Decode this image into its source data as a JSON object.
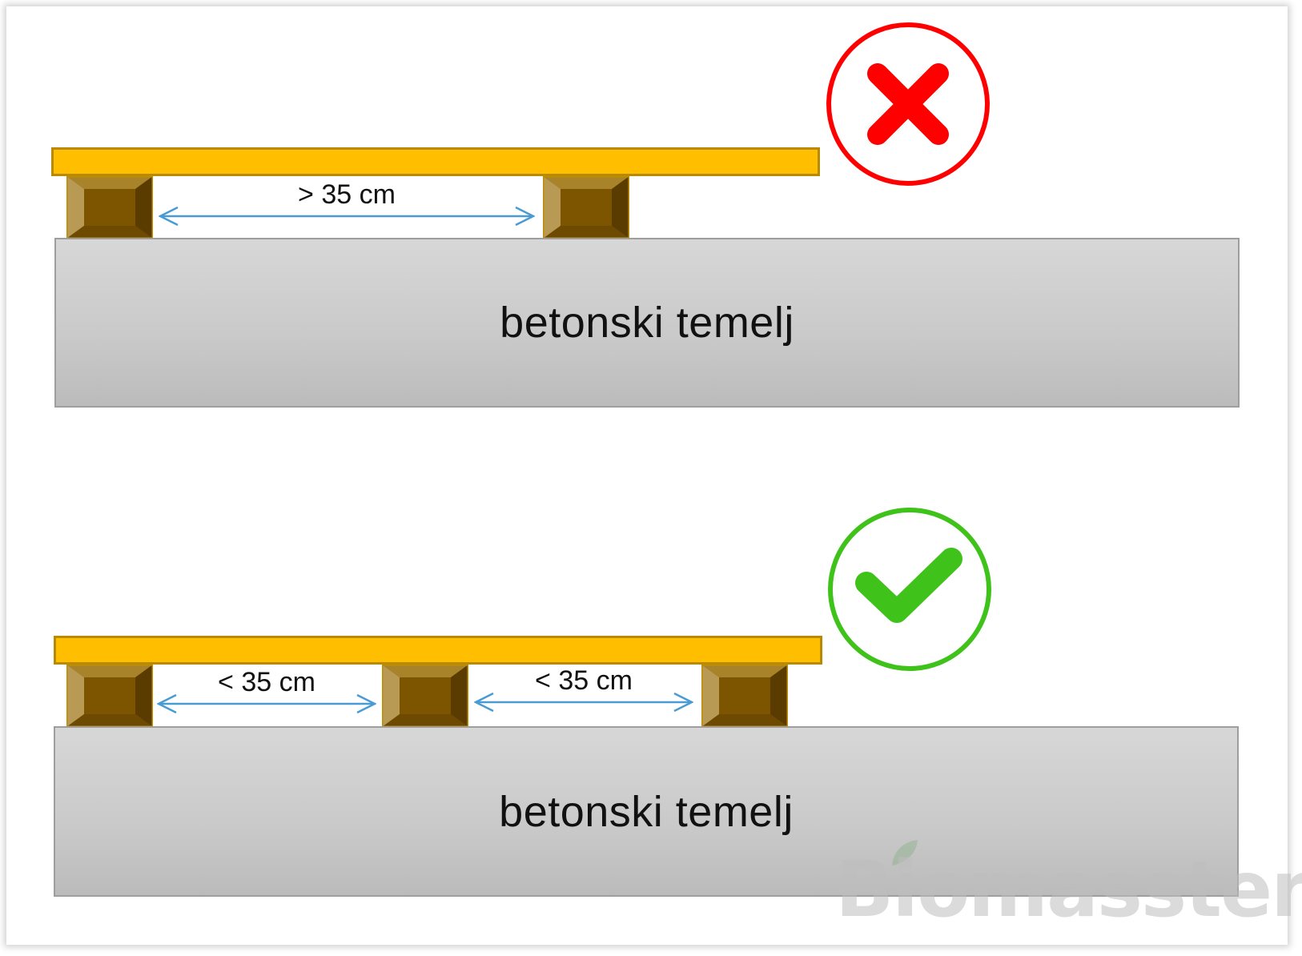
{
  "panels": [
    {
      "status": "incorrect",
      "status_icon": "cross-icon",
      "status_color": "#ff0000",
      "foundation_label": "betonski temelj",
      "gaps": [
        "> 35 cm"
      ]
    },
    {
      "status": "correct",
      "status_icon": "check-icon",
      "status_color": "#3fc21a",
      "foundation_label": "betonski temelj",
      "gaps": [
        "< 35 cm",
        "< 35 cm"
      ]
    }
  ],
  "colors": {
    "plank": "#ffbf00",
    "block": "#8a5c00",
    "foundation": "#cccccc",
    "dimension_arrow": "#4a9ad4"
  },
  "watermark": "Biomasster"
}
